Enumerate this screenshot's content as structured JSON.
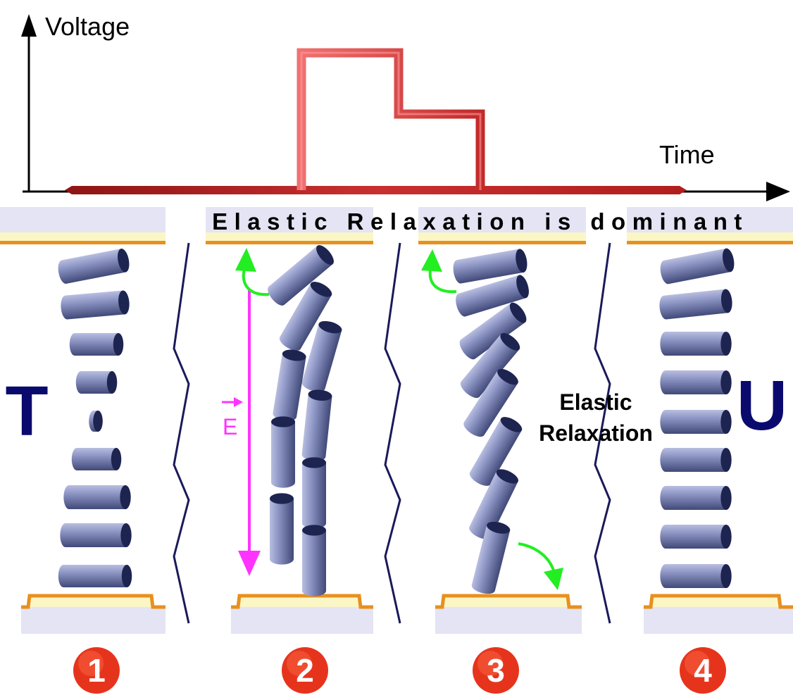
{
  "graph": {
    "y_axis_label": "Voltage",
    "x_axis_label": "Time"
  },
  "banner": "Elastic Relaxation is dominant",
  "field_label": "E",
  "annotation": [
    "Elastic",
    "Relaxation"
  ],
  "state_letters": {
    "left": "T",
    "right": "U"
  },
  "steps": [
    "1",
    "2",
    "3",
    "4"
  ],
  "colors": {
    "pulse": "#e03a3a",
    "baseline": "#a61c1c",
    "field_arrow": "#ff33ff",
    "rotation_arrow": "#22ee22",
    "cylinder": "#8088b8",
    "letter": "#0a0a6e",
    "badge": "#e6341c",
    "electrode": "#e8901e",
    "glass": "#e4e4f4",
    "itO_layer": "#fbf6c6"
  }
}
